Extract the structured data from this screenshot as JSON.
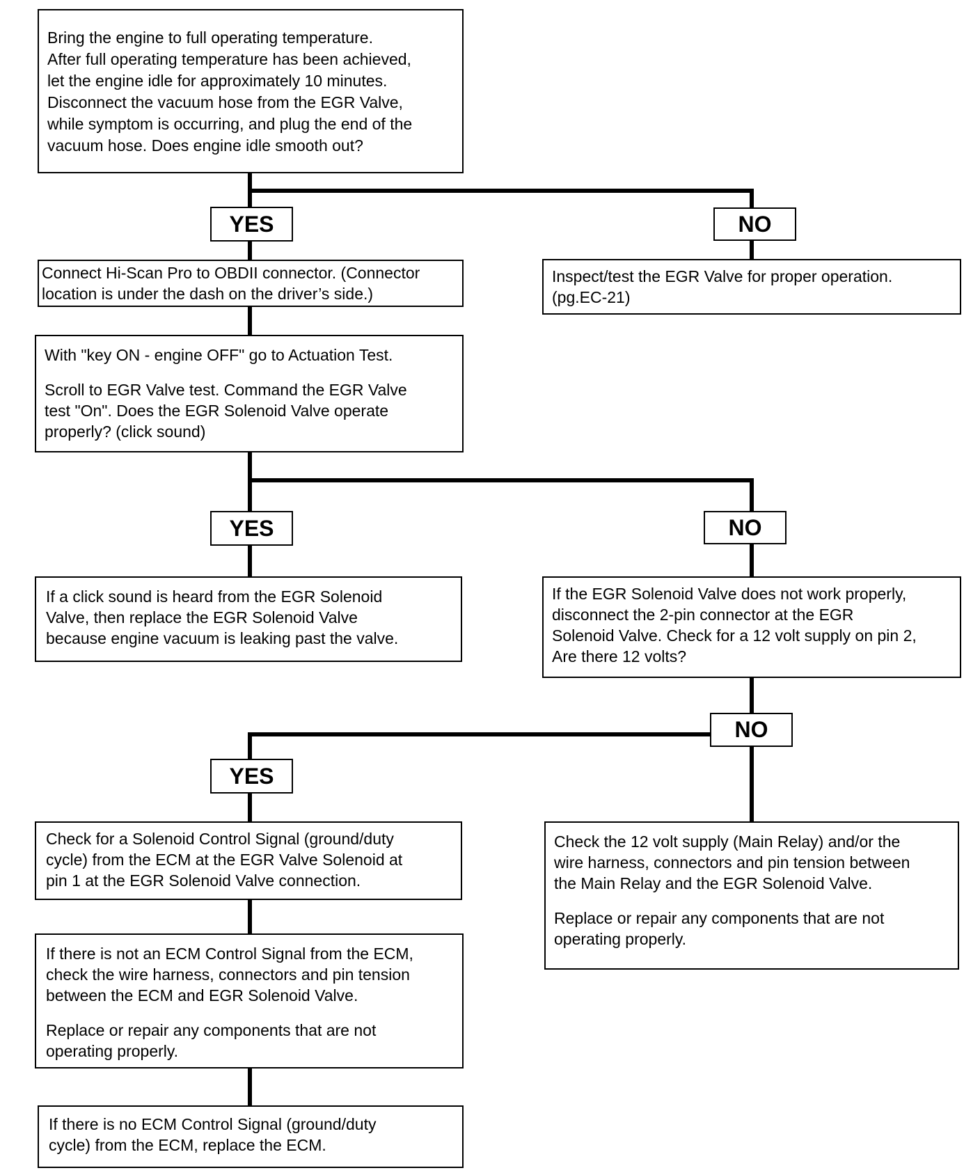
{
  "step1": {
    "paragraphs": [
      "Bring the engine to full operating temperature.\nAfter full operating temperature has been achieved,\nlet the engine idle for approximately 10 minutes.\nDisconnect the vacuum hose from the EGR Valve,\nwhile symptom is occurring, and plug the end of the\nvacuum hose. Does engine idle smooth out?"
    ]
  },
  "labels": {
    "yes1": "YES",
    "no1": "NO",
    "yes2": "YES",
    "no2": "NO",
    "yes3": "YES",
    "no3": "NO"
  },
  "step2": {
    "paragraphs": [
      "Connect Hi-Scan Pro to OBDII connector. (Connector\nlocation is under the dash on the driver’s side.)"
    ]
  },
  "inspect_egr": {
    "paragraphs": [
      "Inspect/test the EGR Valve for proper operation.\n(pg.EC-21)"
    ]
  },
  "step3": {
    "paragraphs": [
      "With \"key ON - engine OFF\" go to Actuation Test.",
      "Scroll to EGR Valve test. Command the EGR Valve\ntest \"On\".  Does the EGR Solenoid Valve operate\nproperly? (click sound)"
    ]
  },
  "click_heard": {
    "paragraphs": [
      "If a click sound is heard from the EGR Solenoid\nValve, then replace the EGR Solenoid Valve\nbecause engine vacuum is leaking past the valve."
    ]
  },
  "not_work": {
    "paragraphs": [
      "If the EGR Solenoid Valve does not work properly,\ndisconnect the 2-pin connector at the EGR\nSolenoid Valve. Check for a 12 volt supply on pin 2,\nAre there 12 volts?"
    ]
  },
  "check_signal": {
    "paragraphs": [
      "Check for a Solenoid Control Signal (ground/duty\ncycle) from the ECM at the EGR Valve Solenoid at\npin 1 at the EGR Solenoid Valve connection."
    ]
  },
  "check_supply": {
    "paragraphs": [
      "Check the 12 volt supply (Main Relay) and/or the\nwire harness, connectors and pin tension between\nthe Main Relay and the EGR Solenoid Valve.",
      "Replace or repair any components that are not\noperating properly."
    ]
  },
  "no_ecm_signal": {
    "paragraphs": [
      "If there is not an ECM Control Signal from the ECM,\ncheck the wire harness, connectors and pin tension\nbetween the ECM and EGR Solenoid Valve.",
      "Replace or repair any components that are not\noperating properly."
    ]
  },
  "replace_ecm": {
    "paragraphs": [
      "If there is no ECM Control Signal (ground/duty\ncycle) from the ECM, replace the ECM."
    ]
  }
}
